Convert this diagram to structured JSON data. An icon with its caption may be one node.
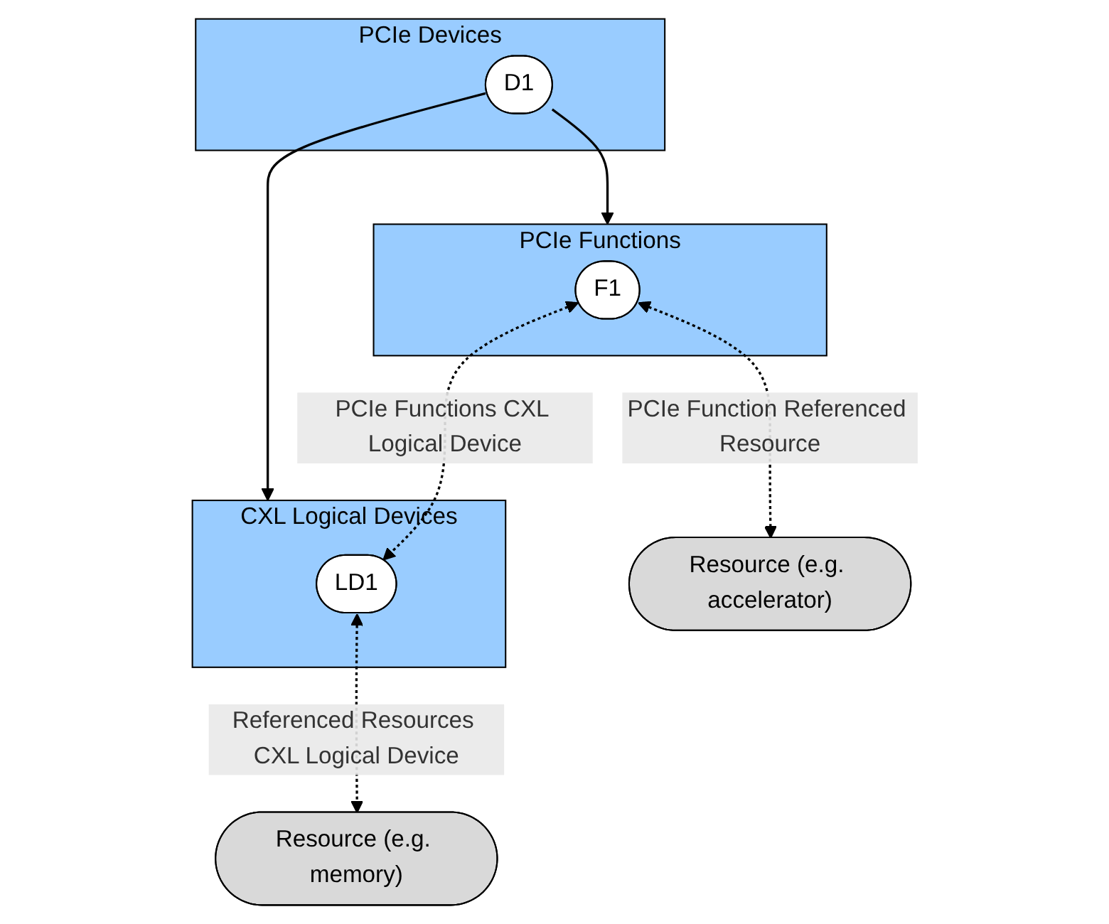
{
  "diagram": {
    "nodes": [
      {
        "text": [
          "PCIe Devices"
        ]
      },
      {
        "text": [
          "D1"
        ],
        "in": 0
      },
      {
        "text": [
          "CXL Logical Devices"
        ]
      },
      {
        "text": [
          "LD1"
        ],
        "in": 2
      },
      {
        "text": [
          "PCIe Functions"
        ]
      },
      {
        "text": [
          "F1"
        ],
        "in": 4
      },
      {
        "text": [
          "Resource (e.g. memory)"
        ]
      },
      {
        "text": [
          "Resource (e.g. accelerator)"
        ]
      }
    ],
    "edges": [
      {
        "from": 1,
        "to": 4,
        "arrow": "to"
      },
      {
        "from": 1,
        "to": 2,
        "arrow": "to"
      },
      {
        "from": 5,
        "to": 3,
        "arrow": "both",
        "style": "dashed",
        "label": "PCIe Functions CXL Logical Device"
      },
      {
        "from": 5,
        "to": 7,
        "arrow": "both",
        "style": "dashed",
        "label": "PCIe Function Referenced Resource"
      },
      {
        "from": 3,
        "to": 6,
        "arrow": "both",
        "style": "dashed",
        "label": "Referenced Resources CXL Logical Device"
      }
    ]
  }
}
